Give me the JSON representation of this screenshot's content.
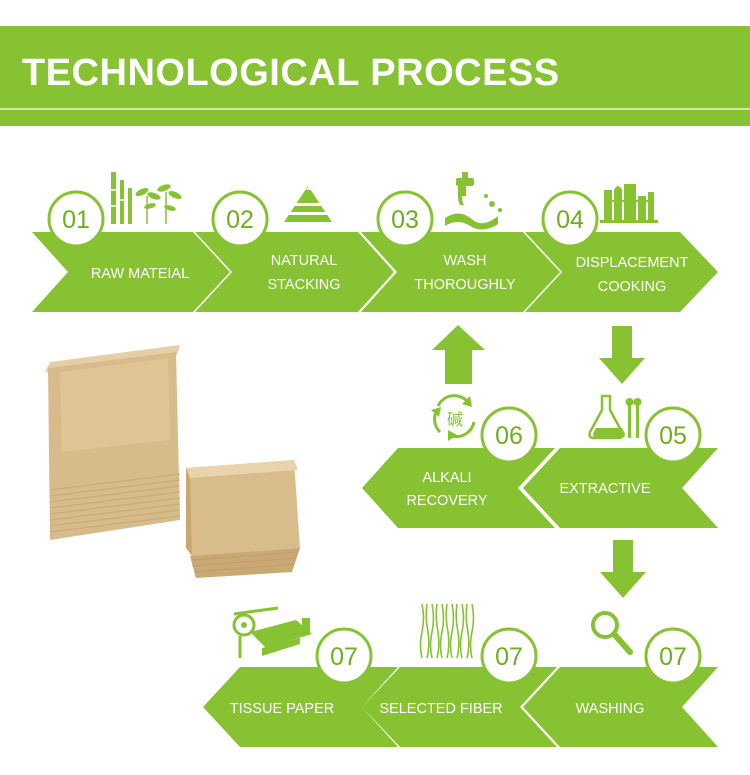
{
  "title": "TECHNOLOGICAL PROCESS",
  "colors": {
    "green": "#86c232",
    "number_text": "#6fae1f",
    "white": "#ffffff"
  },
  "steps": [
    {
      "number": "01",
      "label_lines": [
        "RAW MATEIAL"
      ],
      "icon": "bamboo-icon"
    },
    {
      "number": "02",
      "label_lines": [
        "NATURAL",
        "STACKING"
      ],
      "icon": "stacking-icon"
    },
    {
      "number": "03",
      "label_lines": [
        "WASH",
        "THOROUGHLY"
      ],
      "icon": "water-tap-icon"
    },
    {
      "number": "04",
      "label_lines": [
        "DISPLACEMENT",
        "COOKING"
      ],
      "icon": "factory-icon"
    },
    {
      "number": "05",
      "label_lines": [
        "EXTRACTIVE"
      ],
      "icon": "lab-flask-icon"
    },
    {
      "number": "06",
      "label_lines": [
        "ALKALI",
        "RECOVERY"
      ],
      "icon": "recycle-alkali-icon",
      "icon_char": "碱"
    },
    {
      "number": "07",
      "label_lines": [
        "WASHING"
      ],
      "icon": "magnifier-icon"
    },
    {
      "number": "07",
      "label_lines": [
        "SELECTED FIBER"
      ],
      "icon": "fiber-icon"
    },
    {
      "number": "07",
      "label_lines": [
        "TISSUE PAPER"
      ],
      "icon": "paper-machine-icon"
    }
  ],
  "arrows": [
    "arrow-up-icon",
    "arrow-down-icon",
    "arrow-down-icon"
  ],
  "product_image": "bamboo-tissue-stack"
}
